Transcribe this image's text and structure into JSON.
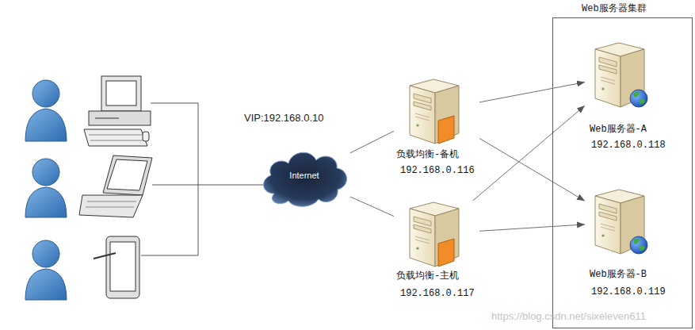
{
  "diagram": {
    "nodes": [
      {
        "text": [
          "Internet"
        ]
      },
      {
        "text": [
          "负载均衡-备机",
          "192.168.0.116"
        ]
      },
      {
        "text": [
          "负载均衡-主机",
          "192.168.0.117"
        ]
      },
      {
        "text": [
          "Web服务器集群"
        ]
      },
      {
        "text": [
          "Web服务器-A",
          "192.168.0.118"
        ],
        "in": 3
      },
      {
        "text": [
          "Web服务器-B",
          "192.168.0.119"
        ],
        "in": 3
      }
    ],
    "edges": [
      {
        "from": 0,
        "to": 1,
        "arrow": "none"
      },
      {
        "from": 0,
        "to": 2,
        "arrow": "none"
      },
      {
        "from": 1,
        "to": 4,
        "arrow": "to"
      },
      {
        "from": 1,
        "to": 5,
        "arrow": "to"
      },
      {
        "from": 2,
        "to": 4,
        "arrow": "to"
      },
      {
        "from": 2,
        "to": 5,
        "arrow": "to"
      }
    ],
    "labels": [
      "VIP:192.168.0.10",
      "https://blog.csdn.net/sixeleven611"
    ]
  }
}
